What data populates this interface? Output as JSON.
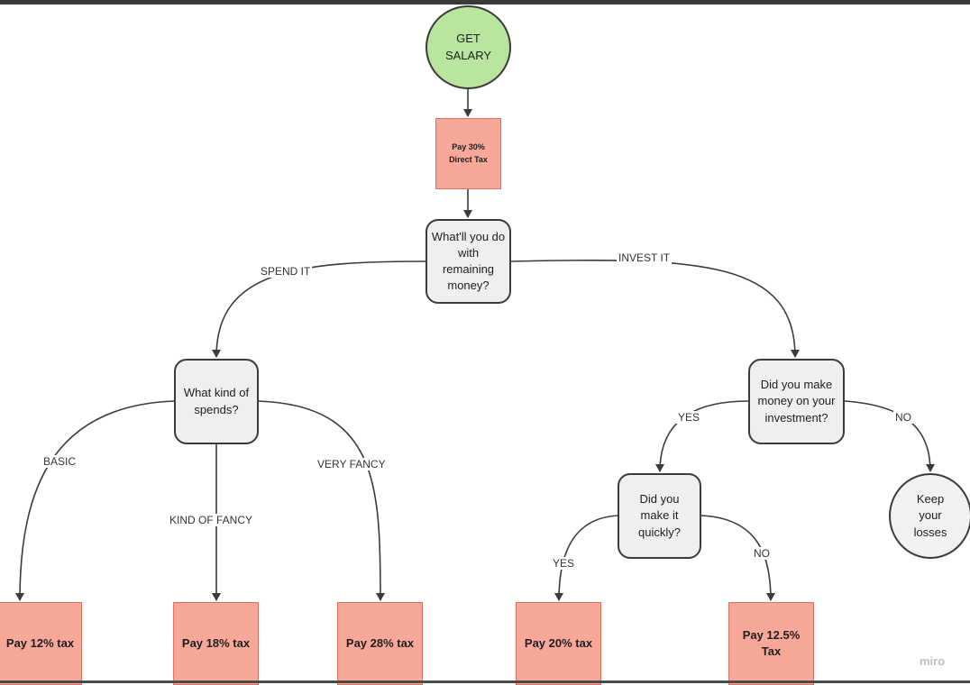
{
  "nodes": {
    "get_salary": "GET SALARY",
    "direct_tax": "Pay 30% Direct Tax",
    "remaining_money": "What'll you do with remaining money?",
    "kind_of_spends": "What kind of spends?",
    "made_money": "Did you make money on your investment?",
    "quickly": "Did you make it quickly?",
    "keep_losses": "Keep your losses",
    "tax_12": "Pay 12% tax",
    "tax_18": "Pay 18% tax",
    "tax_28": "Pay 28% tax",
    "tax_20": "Pay 20% tax",
    "tax_12_5": "Pay 12.5% Tax"
  },
  "edges": {
    "spend_it": "SPEND IT",
    "invest_it": "INVEST IT",
    "basic": "BASIC",
    "kind_of_fancy": "KIND OF FANCY",
    "very_fancy": "VERY FANCY",
    "yes_invest": "YES",
    "no_invest": "NO",
    "yes_quick": "YES",
    "no_quick": "NO"
  },
  "watermark": "miro",
  "colors": {
    "start": "#b9e59f",
    "tax": "#f8a898",
    "decision": "#efefef",
    "line": "#3b3b3b"
  }
}
